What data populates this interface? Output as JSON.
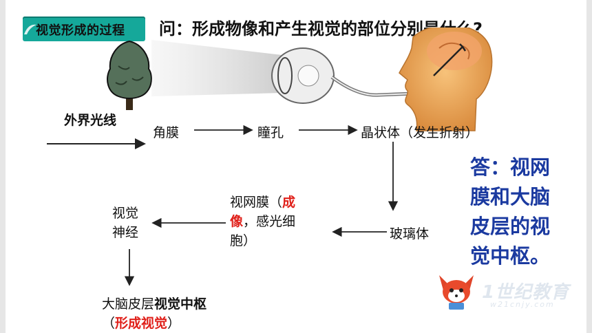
{
  "header": {
    "tag_label": "视觉形成的过程",
    "question": "问：形成物像和产生视觉的部位分别是什么?"
  },
  "diagram": {
    "light": "外界光线",
    "cornea": "角膜",
    "pupil": "瞳孔",
    "lens": "晶状体（发生折射）",
    "vitreous": "玻璃体",
    "retina": {
      "part1": "视网膜（",
      "red": "成",
      "red2": "像",
      "part2": "，感光细",
      "part3": "胞）"
    },
    "optic_nerve": {
      "line1": "视觉",
      "line2": "神经"
    },
    "cortex": {
      "normal": "大脑皮层",
      "bold": "视觉中枢",
      "open": "（",
      "red": "形成视觉",
      "close": "）"
    }
  },
  "answer": {
    "lines": [
      "答：视网",
      "膜和大脑",
      "皮层的视",
      "觉中枢。"
    ]
  },
  "watermark": {
    "text": "1世纪教育",
    "sub": "w21cnjy.com"
  },
  "colors": {
    "tag": "#15a89a",
    "answer": "#1b3aa0",
    "highlight": "#e0201a"
  }
}
